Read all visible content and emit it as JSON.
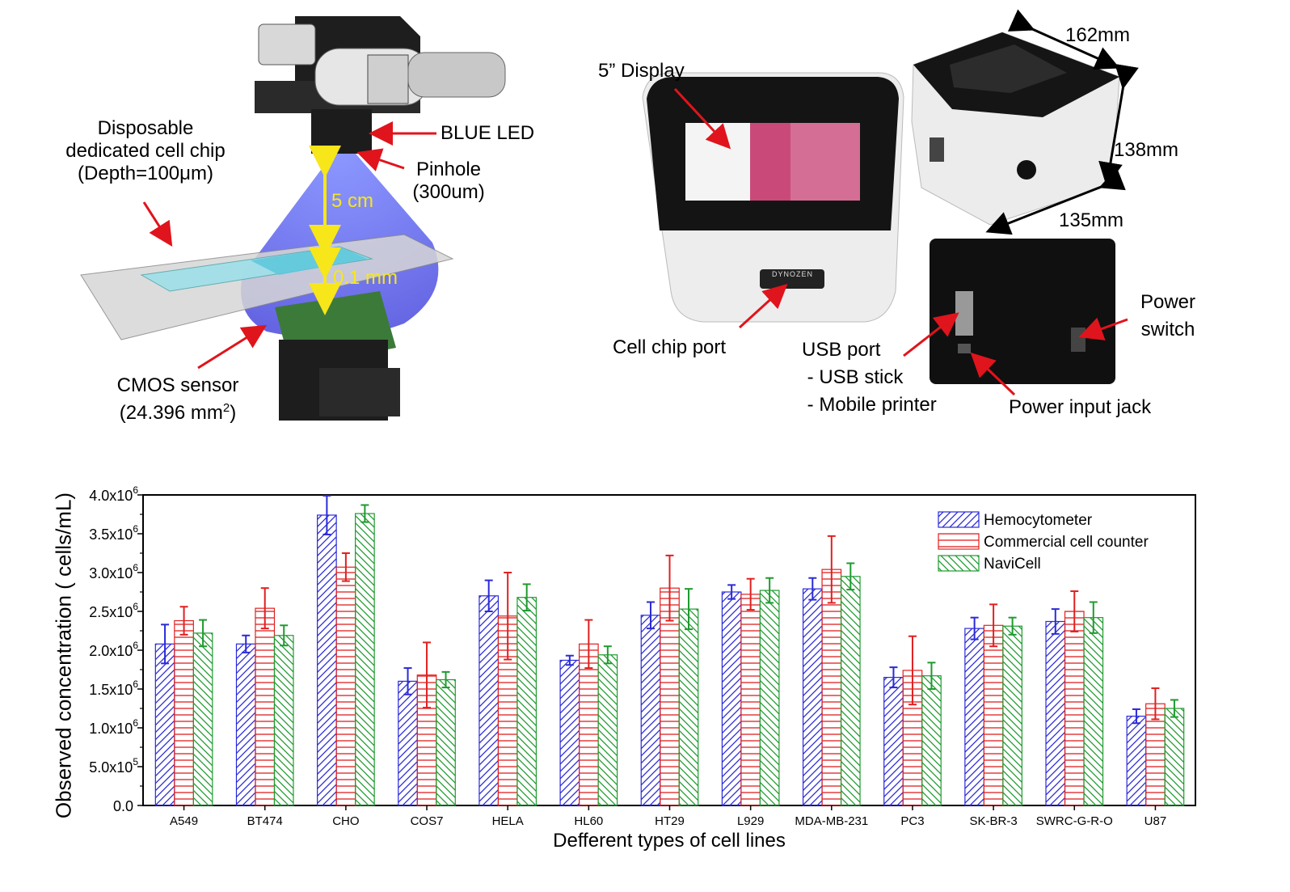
{
  "figure": {
    "left_panel": {
      "chip_label": [
        "Disposable",
        "dedicated cell chip",
        "(Depth=100μm)"
      ],
      "led_label": "BLUE LED",
      "pinhole_label": [
        "Pinhole",
        "(300um)"
      ],
      "distance_label": "5 cm",
      "gap_label": "0.1 mm",
      "sensor_label": [
        "CMOS sensor",
        "(24.396 mm",
        "2",
        ")"
      ]
    },
    "device_panel": {
      "display_label": "5” Display",
      "port_label": "Cell chip port",
      "brand_text": "DYNOZEN",
      "dim_depth": "162mm",
      "dim_height": "138mm",
      "dim_width": "135mm",
      "usb_label": [
        "USB port",
        " - USB stick",
        " - Mobile printer"
      ],
      "power_switch_label": [
        "Power",
        "switch"
      ],
      "power_jack_label": "Power input jack"
    }
  },
  "chart_data": {
    "type": "bar",
    "ylabel": "Observed concentration  ( cells/mL)",
    "xlabel": "Defferent types of cell lines",
    "ylim": [
      0,
      4000000
    ],
    "ytick_labels": [
      "0.0",
      "5.0x10",
      "1.0x10",
      "1.5x10",
      "2.0x10",
      "2.5x10",
      "3.0x10",
      "3.5x10",
      "4.0x10"
    ],
    "ytick_exponents": [
      "",
      "5",
      "6",
      "6",
      "6",
      "6",
      "6",
      "6",
      "6"
    ],
    "categories": [
      "A549",
      "BT474",
      "CHO",
      "COS7",
      "HELA",
      "HL60",
      "HT29",
      "L929",
      "MDA-MB-231",
      "PC3",
      "SK-BR-3",
      "SWRC-G-R-O",
      "U87"
    ],
    "series": [
      {
        "name": "Hemocytometer",
        "color": "#2a2ad8",
        "hatch": "diagonal-up",
        "values": [
          2080000,
          2080000,
          3740000,
          1600000,
          2700000,
          1870000,
          2450000,
          2750000,
          2790000,
          1650000,
          2280000,
          2370000,
          1150000
        ],
        "errors": [
          250000,
          110000,
          250000,
          170000,
          200000,
          60000,
          170000,
          90000,
          140000,
          130000,
          140000,
          160000,
          90000
        ]
      },
      {
        "name": "Commercial cell counter",
        "color": "#e02020",
        "hatch": "horizontal",
        "values": [
          2380000,
          2540000,
          3070000,
          1680000,
          2440000,
          2080000,
          2800000,
          2720000,
          3040000,
          1740000,
          2320000,
          2500000,
          1310000
        ],
        "errors": [
          180000,
          260000,
          180000,
          420000,
          560000,
          310000,
          420000,
          200000,
          430000,
          440000,
          270000,
          260000,
          200000
        ]
      },
      {
        "name": "NaviCell",
        "color": "#1f9a2f",
        "hatch": "diagonal-down",
        "values": [
          2220000,
          2190000,
          3760000,
          1620000,
          2680000,
          1940000,
          2530000,
          2770000,
          2950000,
          1670000,
          2310000,
          2420000,
          1250000
        ],
        "errors": [
          170000,
          130000,
          110000,
          100000,
          170000,
          110000,
          260000,
          160000,
          170000,
          170000,
          110000,
          200000,
          110000
        ]
      }
    ],
    "legend_position": "top-right",
    "grid": false
  }
}
